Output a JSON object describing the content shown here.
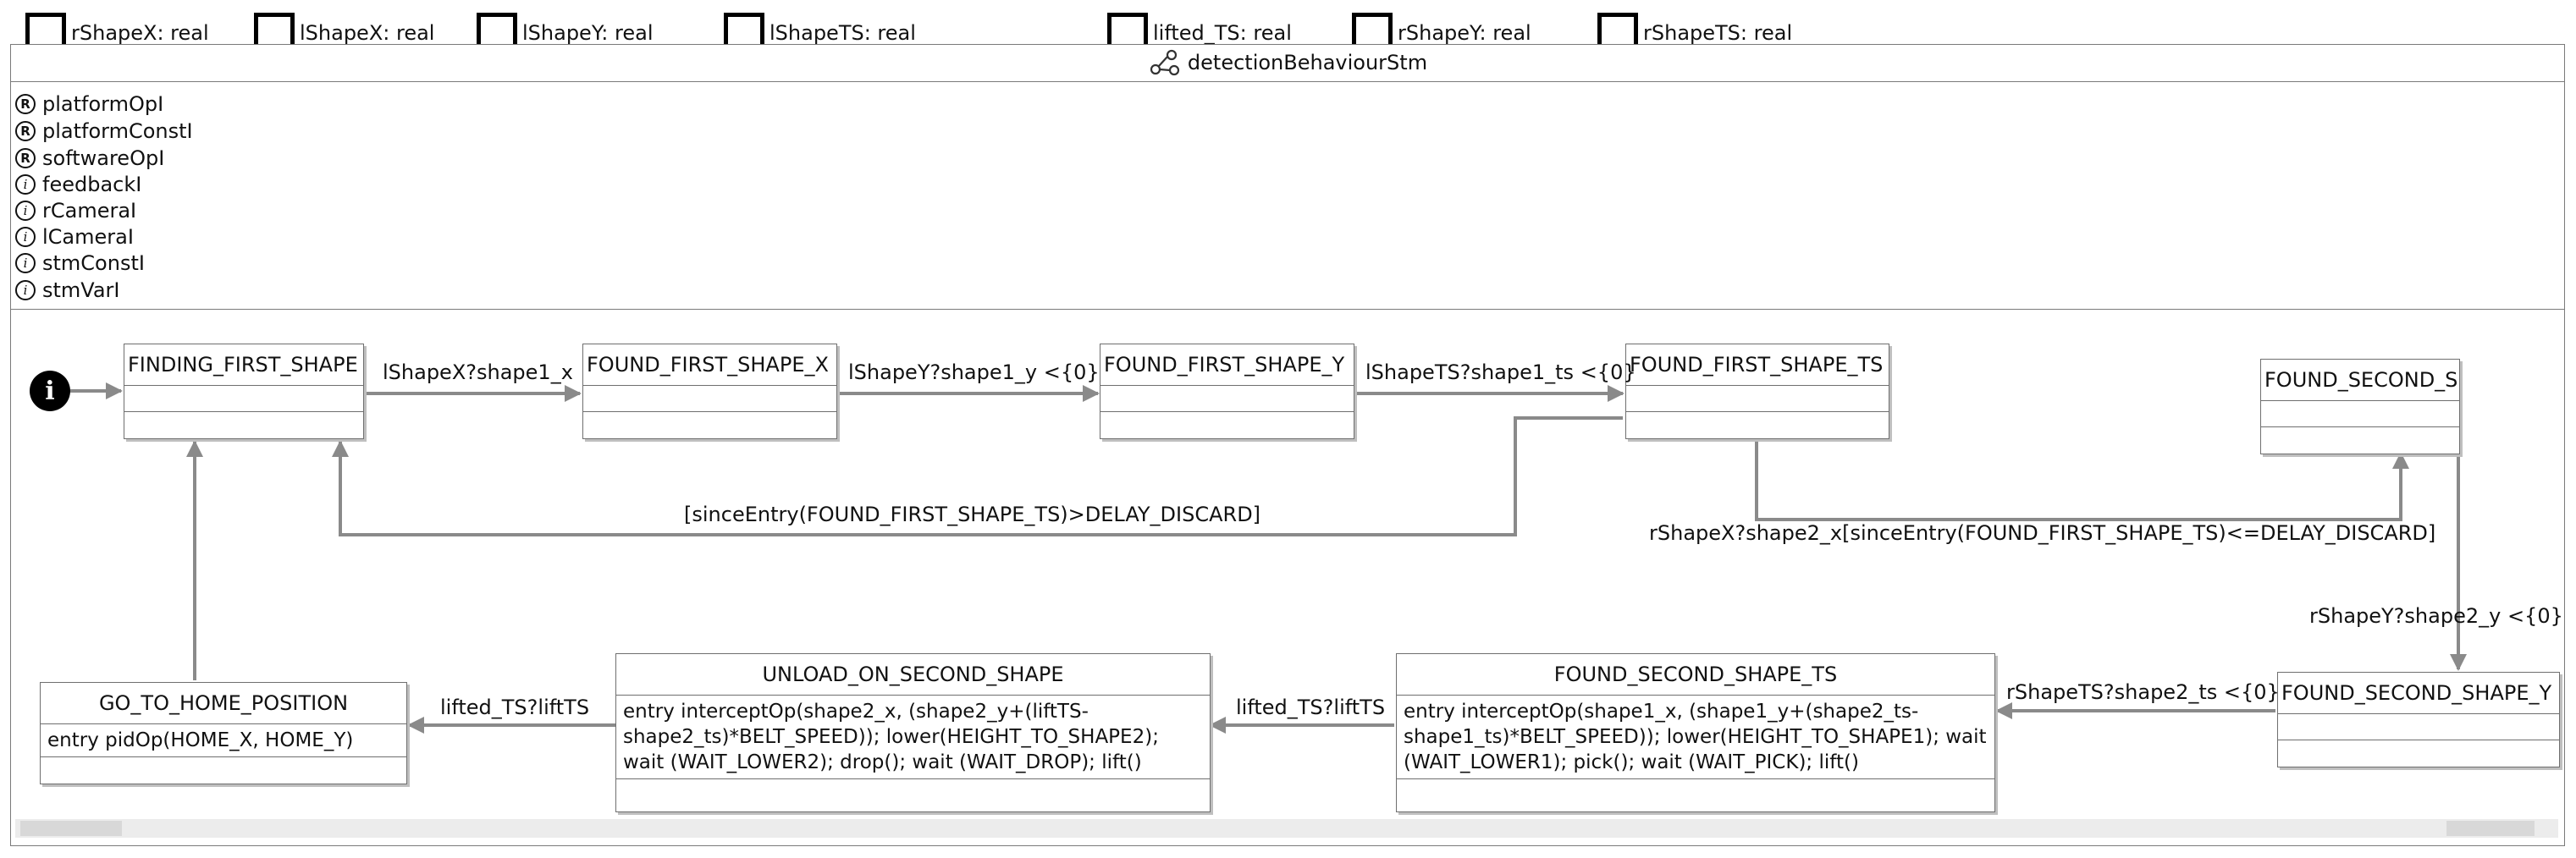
{
  "variables": [
    {
      "label": "rShapeX: real"
    },
    {
      "label": "lShapeX: real"
    },
    {
      "label": "lShapeY: real"
    },
    {
      "label": "lShapeTS: real"
    },
    {
      "label": "lifted_TS: real"
    },
    {
      "label": "rShapeY: real"
    },
    {
      "label": "rShapeTS: real"
    }
  ],
  "stm": {
    "title": "detectionBehaviourStm",
    "title_icon": "state-machine-icon"
  },
  "interfaces": [
    {
      "kind": "R",
      "name": "platformOpI"
    },
    {
      "kind": "R",
      "name": "platformConstI"
    },
    {
      "kind": "R",
      "name": "softwareOpI"
    },
    {
      "kind": "i",
      "name": "feedbackI"
    },
    {
      "kind": "i",
      "name": "rCameraI"
    },
    {
      "kind": "i",
      "name": "lCameraI"
    },
    {
      "kind": "i",
      "name": "stmConstI"
    },
    {
      "kind": "i",
      "name": "stmVarI"
    }
  ],
  "initial": {
    "glyph": "i"
  },
  "states": {
    "finding_first_shape": {
      "name": "FINDING_FIRST_SHAPE"
    },
    "found_first_shape_x": {
      "name": "FOUND_FIRST_SHAPE_X"
    },
    "found_first_shape_y": {
      "name": "FOUND_FIRST_SHAPE_Y"
    },
    "found_first_shape_ts": {
      "name": "FOUND_FIRST_SHAPE_TS"
    },
    "found_second_shape_x": {
      "name": "FOUND_SECOND_SHAPE_X"
    },
    "found_second_shape_y": {
      "name": "FOUND_SECOND_SHAPE_Y"
    },
    "found_second_shape_ts": {
      "name": "FOUND_SECOND_SHAPE_TS",
      "action": "entry interceptOp(shape1_x, (shape1_y+(shape2_ts-shape1_ts)*BELT_SPEED)); lower(HEIGHT_TO_SHAPE1); wait (WAIT_LOWER1); pick(); wait (WAIT_PICK); lift()"
    },
    "unload_on_second_shape": {
      "name": "UNLOAD_ON_SECOND_SHAPE",
      "action": "entry interceptOp(shape2_x, (shape2_y+(liftTS-shape2_ts)*BELT_SPEED)); lower(HEIGHT_TO_SHAPE2); wait (WAIT_LOWER2); drop(); wait (WAIT_DROP); lift()"
    },
    "go_to_home_position": {
      "name": "GO_TO_HOME_POSITION",
      "action": "entry pidOp(HOME_X, HOME_Y)"
    }
  },
  "transitions": {
    "t_lshapex": "lShapeX?shape1_x",
    "t_lshapey": "lShapeY?shape1_y <{0}",
    "t_lshapets": "lShapeTS?shape1_ts <{0}",
    "t_discard": "[sinceEntry(FOUND_FIRST_SHAPE_TS)>DELAY_DISCARD]",
    "t_rshapex": "rShapeX?shape2_x[sinceEntry(FOUND_FIRST_SHAPE_TS)<=DELAY_DISCARD]",
    "t_rshapey": "rShapeY?shape2_y <{0}",
    "t_rshapets": "rShapeTS?shape2_ts <{0}",
    "t_lifted_1": "lifted_TS?liftTS",
    "t_lifted_2": "lifted_TS?liftTS"
  },
  "colors": {
    "edge": "#8a8a8a",
    "border": "#6f6f6f"
  }
}
